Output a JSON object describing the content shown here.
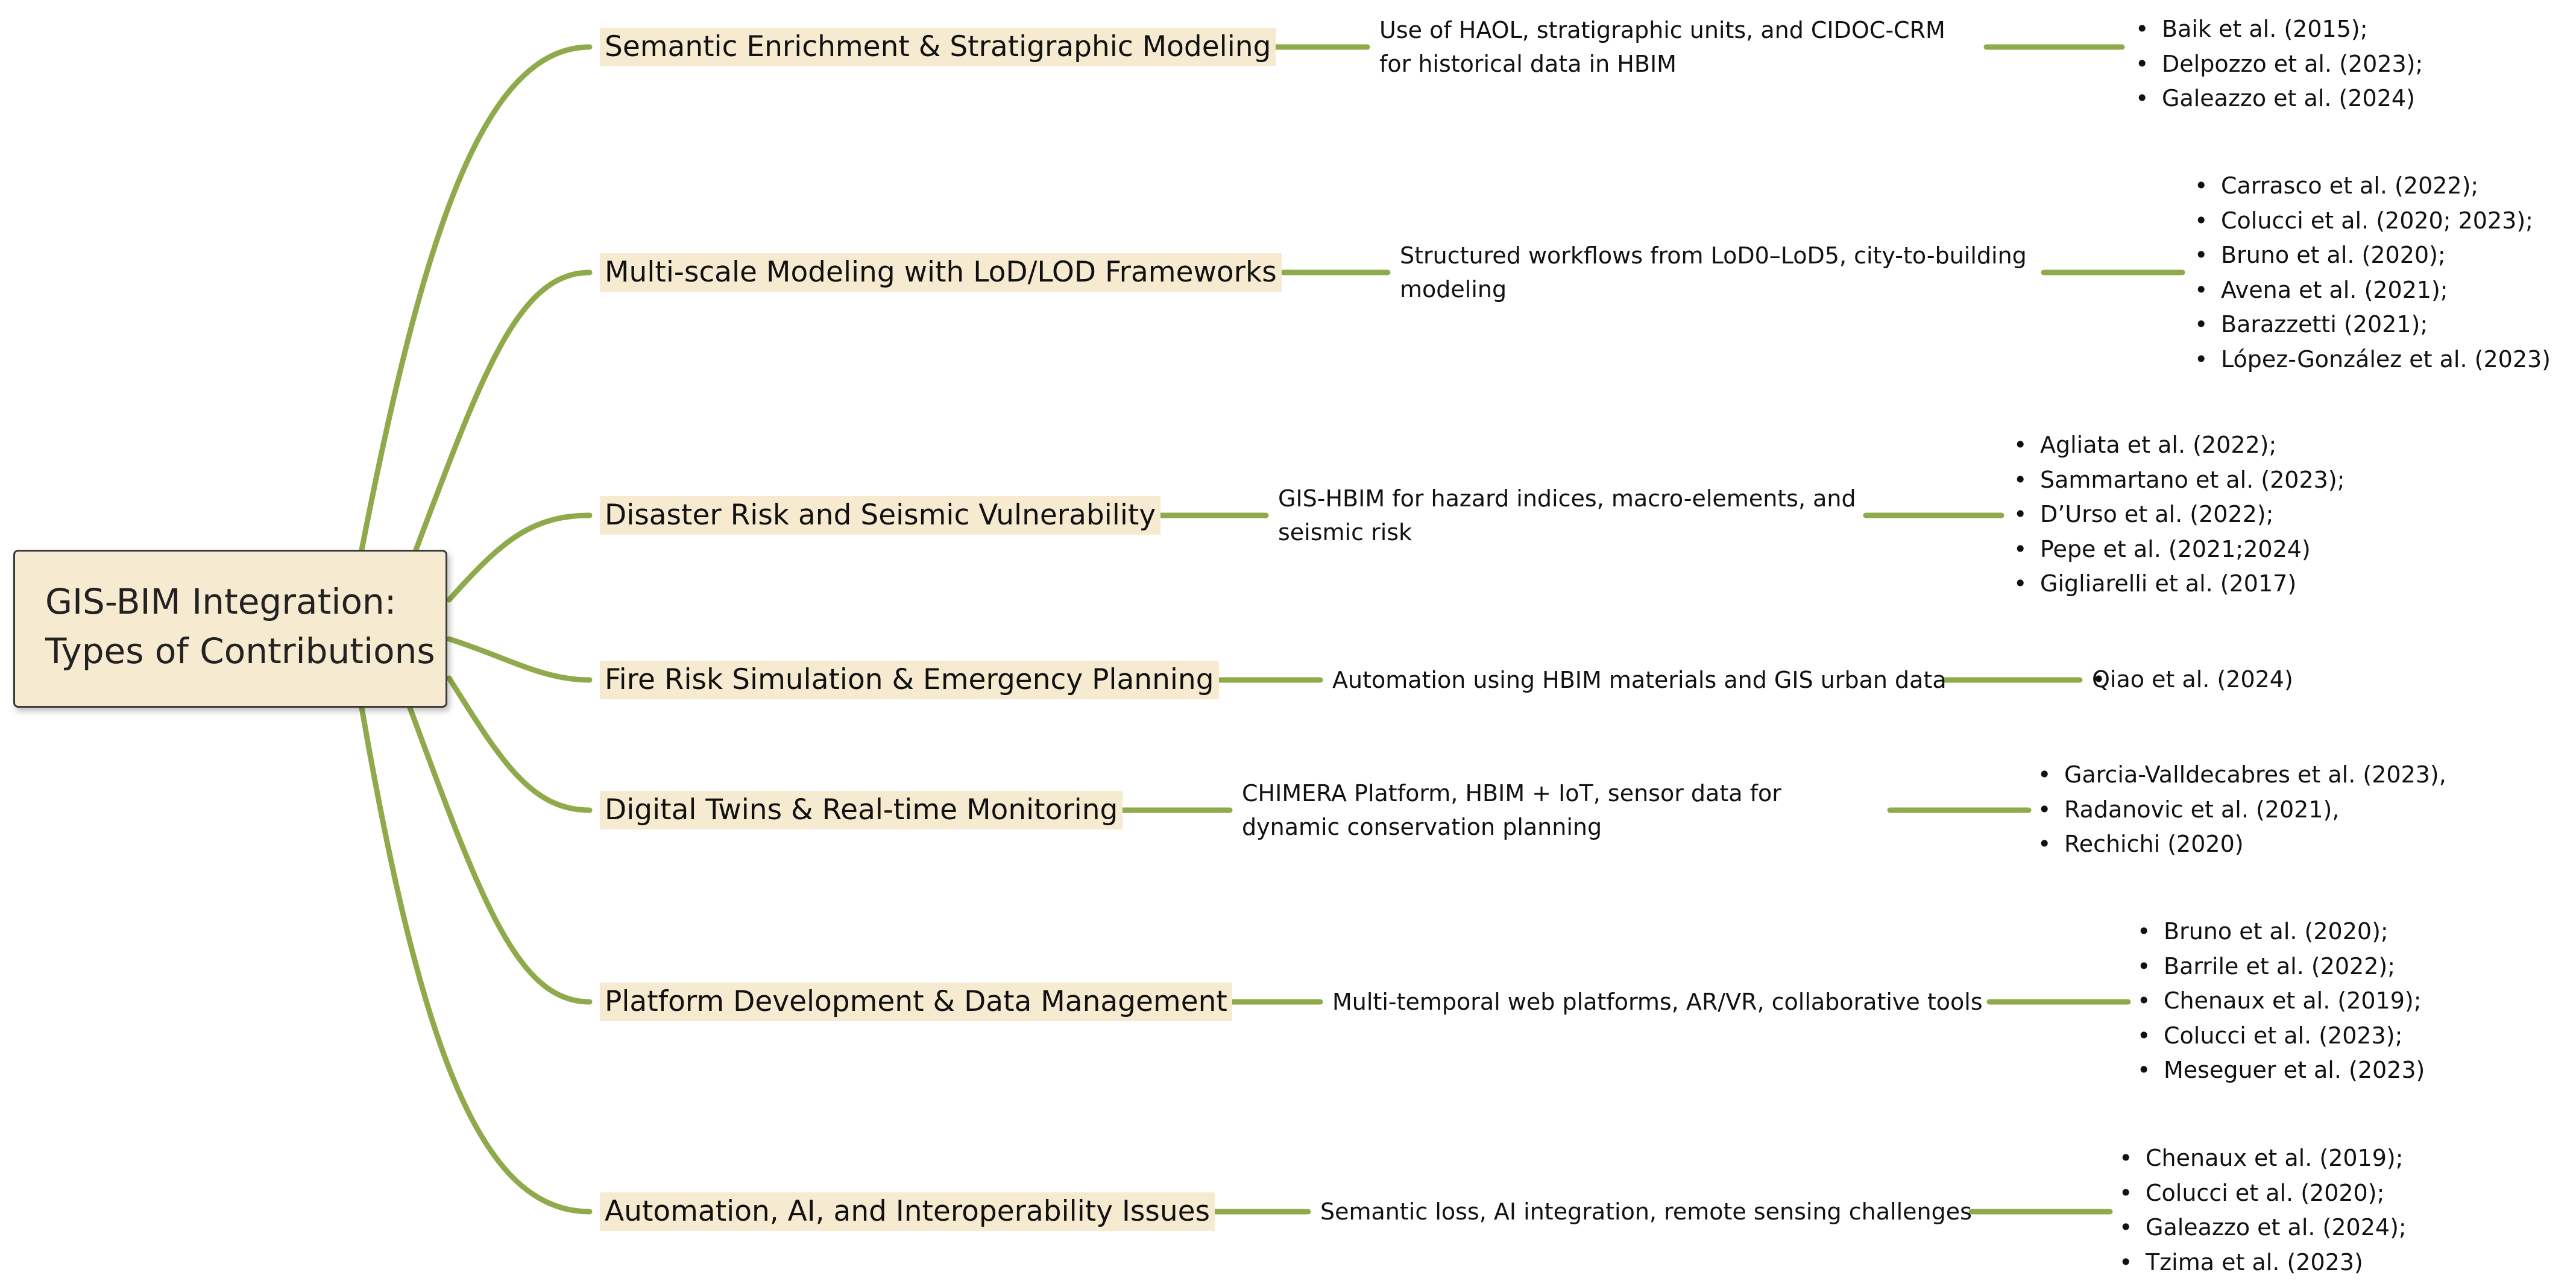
{
  "root": {
    "line1": "GIS-BIM Integration:",
    "line2": "Types of Contributions"
  },
  "colors": {
    "connector": "#8faa4a",
    "highlight": "#f6ebd0",
    "root_border": "#3a3a3a"
  },
  "branches": [
    {
      "category": "Semantic Enrichment & Stratigraphic Modeling",
      "description": "Use of HAOL, stratigraphic units, and CIDOC-CRM for historical data in HBIM",
      "references": [
        "Baik et al. (2015);",
        "Delpozzo et al. (2023);",
        "Galeazzo et al. (2024)"
      ]
    },
    {
      "category": "Multi-scale Modeling with LoD/LOD Frameworks",
      "description": "Structured workflows from LoD0–LoD5, city-to-building modeling",
      "references": [
        "Carrasco et al. (2022);",
        "Colucci et al. (2020; 2023);",
        "Bruno et al. (2020);",
        "Avena et al. (2021);",
        "Barazzetti (2021);",
        " López-González et al. (2023)"
      ]
    },
    {
      "category": "Disaster Risk and Seismic Vulnerability",
      "description": "GIS-HBIM for hazard indices, macro-elements, and seismic risk",
      "references": [
        "Agliata et al. (2022);",
        "Sammartano et al. (2023);",
        "D’Urso et al. (2022);",
        "Pepe et al. (2021;2024)",
        "Gigliarelli et al. (2017)"
      ]
    },
    {
      "category": "Fire Risk Simulation & Emergency Planning",
      "description": "Automation using HBIM materials and GIS urban data",
      "references": [
        "Qiao et al. (2024)"
      ]
    },
    {
      "category": "Digital Twins & Real-time Monitoring",
      "description": "CHIMERA Platform, HBIM + IoT, sensor data for dynamic conservation planning",
      "references": [
        "Garcia-Valldecabres et al. (2023),",
        "Radanovic et al. (2021),",
        "Rechichi (2020)"
      ]
    },
    {
      "category": "Platform Development & Data Management",
      "description": "Multi-temporal web platforms, AR/VR, collaborative tools",
      "references": [
        "Bruno et al. (2020);",
        "Barrile et al. (2022);",
        "Chenaux et al. (2019);",
        "Colucci et al. (2023);",
        "Meseguer et al. (2023)"
      ]
    },
    {
      "category": "Automation, AI, and Interoperability Issues",
      "description": "Semantic loss, AI integration, remote sensing challenges",
      "references": [
        "Chenaux et al. (2019);",
        "Colucci et al. (2020);",
        "Galeazzo et al. (2024);",
        "Tzima et al. (2023)"
      ]
    }
  ]
}
